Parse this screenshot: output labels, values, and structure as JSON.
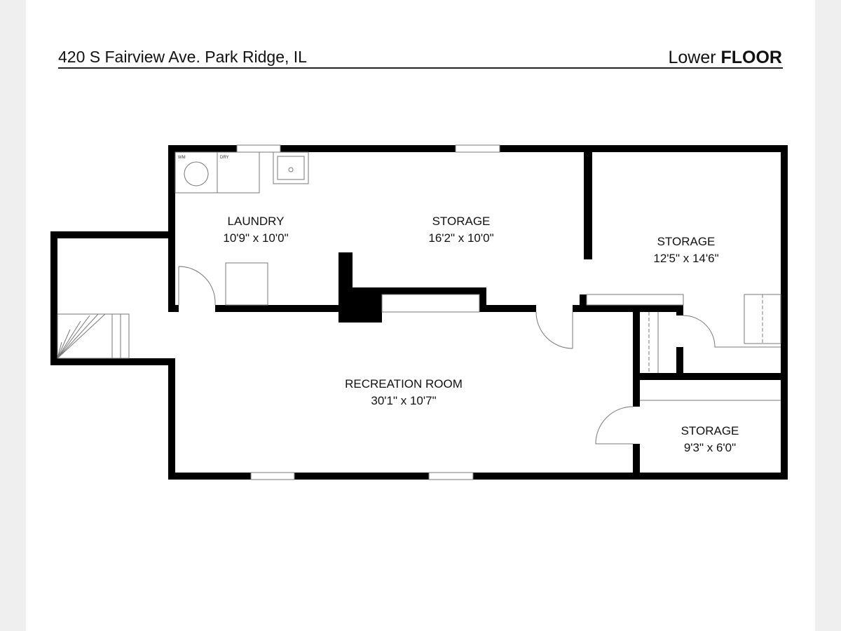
{
  "header": {
    "address": "420 S Fairview Ave. Park Ridge, IL",
    "floor_prefix": "Lower",
    "floor_bold": "FLOOR"
  },
  "rooms": [
    {
      "name": "LAUNDRY",
      "dims": "10'9\" x 10'0\""
    },
    {
      "name": "STORAGE",
      "dims": "16'2\" x 10'0\""
    },
    {
      "name": "STORAGE",
      "dims": "12'5\" x 14'6\""
    },
    {
      "name": "RECREATION ROOM",
      "dims": "30'1\" x 10'7\""
    },
    {
      "name": "STORAGE",
      "dims": "9'3\" x 6'0\""
    }
  ],
  "appliances": {
    "washer": "WM",
    "dryer": "DRY"
  }
}
